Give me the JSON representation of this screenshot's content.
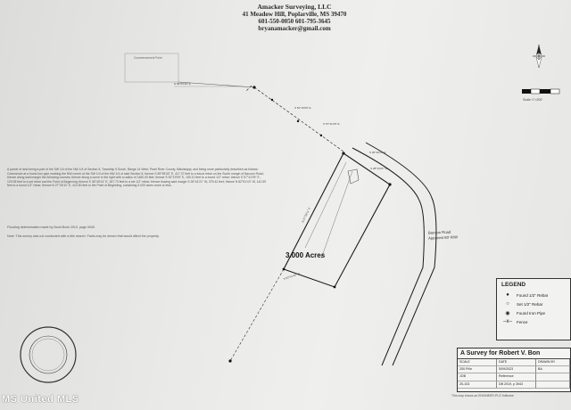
{
  "header": {
    "company": "Amacker Surveying, LLC",
    "address": "41 Meadow Hill, Poplarville, MS 39470",
    "phones": "601-550-0050  601-795-3645",
    "email": "bryanamacker@gmail.com"
  },
  "plat": {
    "area_label": "3.000 Acres",
    "road_label_1": "Bacoon Road",
    "road_label_2": "Apparent 60' R/W",
    "commencement_note": "Commencement Point",
    "legal_description": "A parcel of land being a part of the SW 1/4 of the NW 1/4 of Section 5, Township 5 South, Range 14 West, Pearl River County, Mississippi, and being more particularly described as follows: Commence at a found iron pipe marking the NW corner of the SW 1/4 of the NW 1/4 of said Section 5; thence S 89°55'40\" E, 417.37 feet to a found rebar on the South margin of Bacoon Road; thence along said margin the following courses; thence along a curve to the right with a radius of 1480.00 feet; thence S 52°19'09\" E, 150.10 feet to a found 1/2\" rebar; thence S 57°41'09\" E, 129.95 feet to a set rebar and the Point of Beginning; thence S 36°49'14\" E, 187.73 feet to a set 1/2\" rebar; thence leaving said margin S 28°44'21\" W, 375.42 feet; thence N 82°51'43\" W, 142.59 feet to a found 1/2\" rebar; thence N 27°26'11\" E, 410.50 feet to the Point of Beginning, containing 3.000 acres more or less.",
    "flooding_note": "Flooding determination made by Bond Book 2010, page 0040.",
    "survey_note": "Note: This survey was not conducted with a title search. Facts may be shown that would affect the property.",
    "bearings": [
      "N 89°55'40\" E",
      "S 52°19'09\" E",
      "S 57°41'09\" E",
      "S 36°49'14\" E",
      "S 28°44'21\" W",
      "N 82°51'43\" W",
      "N 27°26'11\" E"
    ]
  },
  "legend": {
    "title": "LEGEND",
    "items": [
      {
        "symbol": "●",
        "label": "Found 1/2\" Rebar"
      },
      {
        "symbol": "○",
        "label": "Set 1/2\" Rebar"
      },
      {
        "symbol": "◉",
        "label": "Found Iron Pipe"
      },
      {
        "symbol": "–x–",
        "label": "Fence"
      }
    ]
  },
  "title_block": {
    "title": "A Survey for Robert V. Bon",
    "cells": [
      "SCALE",
      "DATE",
      "DRAWN BY",
      "200 Ft/in",
      "5/09/2023",
      "BA",
      "JOB",
      "Reference",
      "",
      "25-103",
      "DB 2019, p 3943",
      ""
    ]
  },
  "footer_note": "This map shows an ENGINEER-PLS Software",
  "scale_label": "Scale 1\"=200'",
  "watermark": "MS United MLS",
  "colors": {
    "paper": "#e9e9e7",
    "ink": "#2a2a2a"
  }
}
